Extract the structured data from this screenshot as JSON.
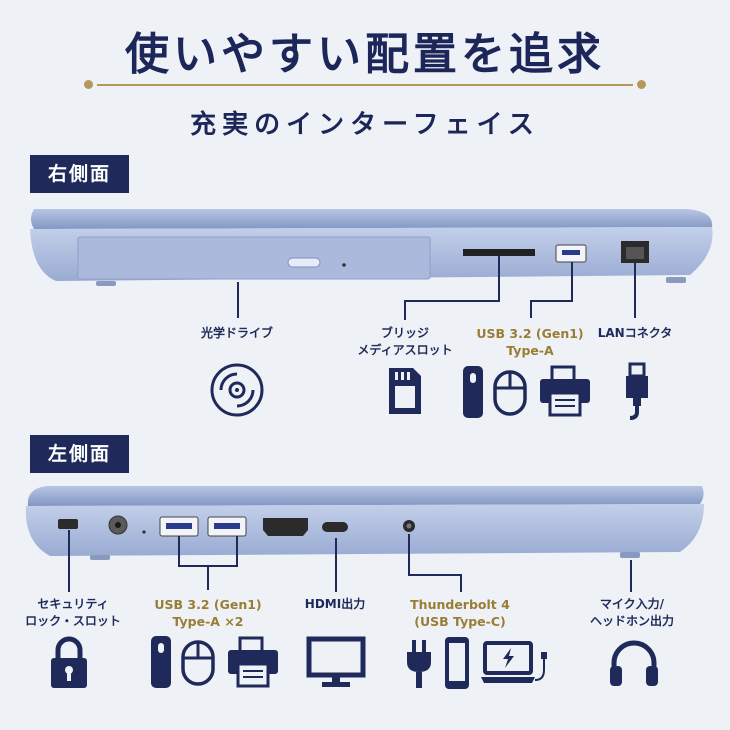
{
  "heading": {
    "title": "使いやすい配置を追求",
    "subtitle": "充実のインターフェイス"
  },
  "right_side": {
    "section_label": "右側面",
    "ports": [
      {
        "label": "光学ドライブ",
        "icon": "optical-disc-icon"
      },
      {
        "label_line1": "ブリッジ",
        "label_line2": "メディアスロット",
        "icon": "sd-card-icon"
      },
      {
        "label_line1": "USB 3.2 (Gen1)",
        "label_line2": "Type-A",
        "icons": [
          "remote-icon",
          "mouse-icon",
          "printer-icon"
        ]
      },
      {
        "label": "LANコネクタ",
        "icon": "lan-cable-icon"
      }
    ]
  },
  "left_side": {
    "section_label": "左側面",
    "ports": [
      {
        "label_line1": "セキュリティ",
        "label_line2": "ロック・スロット",
        "icon": "padlock-icon"
      },
      {
        "label_line1": "USB 3.2 (Gen1)",
        "label_line2": "Type-A ×2",
        "icons": [
          "remote-icon",
          "mouse-icon",
          "printer-icon"
        ]
      },
      {
        "label": "HDMI出力",
        "icon": "monitor-icon"
      },
      {
        "label_line1": "Thunderbolt 4",
        "label_line2": "(USB Type-C)",
        "icons": [
          "power-plug-icon",
          "smartphone-icon",
          "laptop-charging-icon"
        ]
      },
      {
        "label_line1": "マイク入力/",
        "label_line2": "ヘッドホン出力",
        "icon": "headphones-icon"
      }
    ]
  },
  "colors": {
    "navy": "#1f2a5a",
    "gold": "#b49a5a",
    "laptop_body": "#9fb0d4",
    "background": "#eef2f7"
  }
}
